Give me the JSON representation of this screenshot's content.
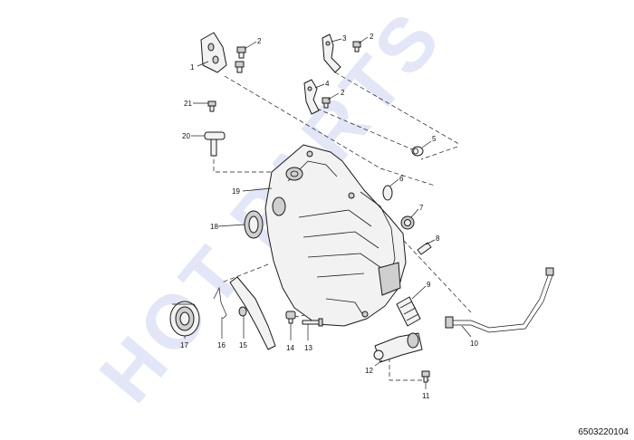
{
  "watermark": "HOT PARTS",
  "doc_number": "6503220104",
  "callouts": {
    "c1": "1",
    "c2a": "2",
    "c2b": "2",
    "c2c": "2",
    "c3": "3",
    "c4": "4",
    "c5": "5",
    "c6": "6",
    "c7": "7",
    "c8": "8",
    "c9": "9",
    "c10": "10",
    "c11": "11",
    "c12": "12",
    "c13": "13",
    "c14": "14",
    "c15": "15",
    "c16": "16",
    "c17": "17",
    "c18": "18",
    "c19": "19",
    "c20": "20",
    "c21": "21"
  }
}
